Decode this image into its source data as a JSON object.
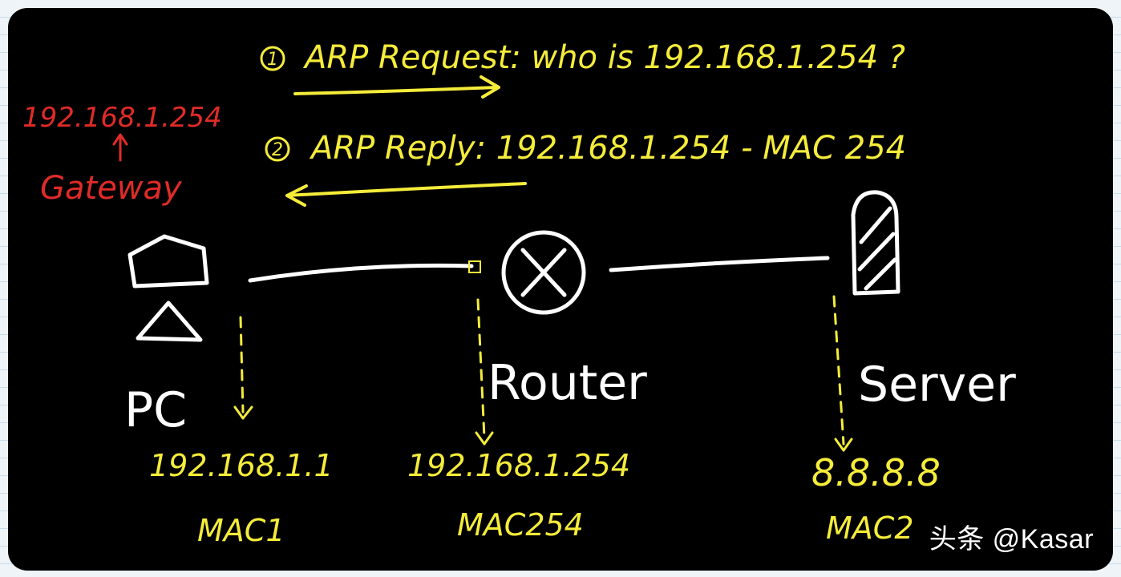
{
  "arp": {
    "request_num": "1",
    "request": "ARP Request: who is 192.168.1.254 ?",
    "reply_num": "2",
    "reply": "ARP Reply: 192.168.1.254 - MAC 254"
  },
  "gateway": {
    "ip": "192.168.1.254",
    "label": "Gateway"
  },
  "nodes": {
    "pc": {
      "label": "PC",
      "ip": "192.168.1.1",
      "mac": "MAC1"
    },
    "router": {
      "label": "Router",
      "ip": "192.168.1.254",
      "mac": "MAC254"
    },
    "server": {
      "label": "Server",
      "ip": "8.8.8.8",
      "mac": "MAC2"
    }
  },
  "watermark": "头条 @Kasar",
  "colors": {
    "ink_yellow": "#f5ec3a",
    "ink_red": "#e02b27",
    "ink_white": "#ffffff",
    "board": "#000000"
  }
}
